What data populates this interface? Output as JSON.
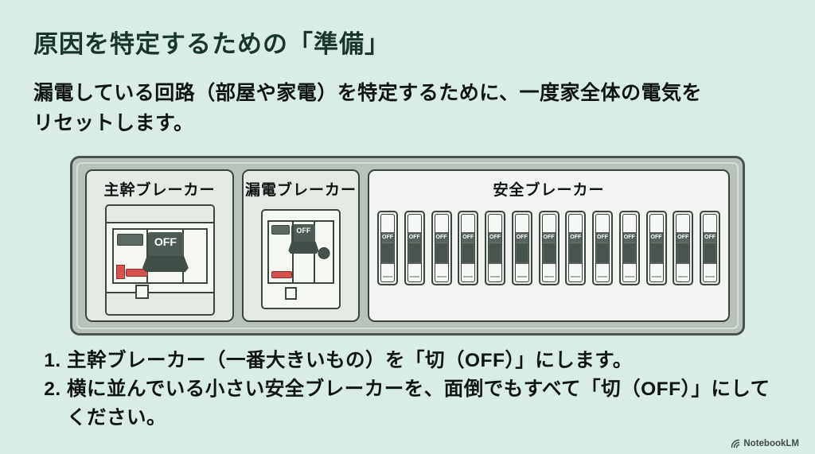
{
  "slide": {
    "title": "原因を特定するための「準備」",
    "lead_line1": "漏電している回路（部屋や家電）を特定するために、一度家全体の電気を",
    "lead_line2": "リセットします。",
    "steps": [
      "主幹ブレーカー（一番大きいもの）を「切（OFF）」にします。",
      "横に並んでいる小さい安全ブレーカーを、面倒でもすべて「切（OFF）」にしてください。"
    ]
  },
  "panel": {
    "main_breaker": {
      "label": "主幹ブレーカー",
      "switch_state": "OFF"
    },
    "leakage_breaker": {
      "label": "漏電ブレーカー",
      "switch_state": "OFF"
    },
    "safety_breakers": {
      "label": "安全ブレーカー",
      "count": 13,
      "switch_state": "OFF"
    }
  },
  "watermark": {
    "brand": "NotebookLM"
  },
  "colors": {
    "background": "#d9ece6",
    "title_text": "#1a352e",
    "body_text": "#101513",
    "panel_frame": "#b9c3bc",
    "outline": "#39433d",
    "section_bg": "#e4e9e4",
    "breaker_white": "#f5f7f3",
    "toggle_dark": "#4e5a54",
    "red_indicator": "#d7514d"
  }
}
